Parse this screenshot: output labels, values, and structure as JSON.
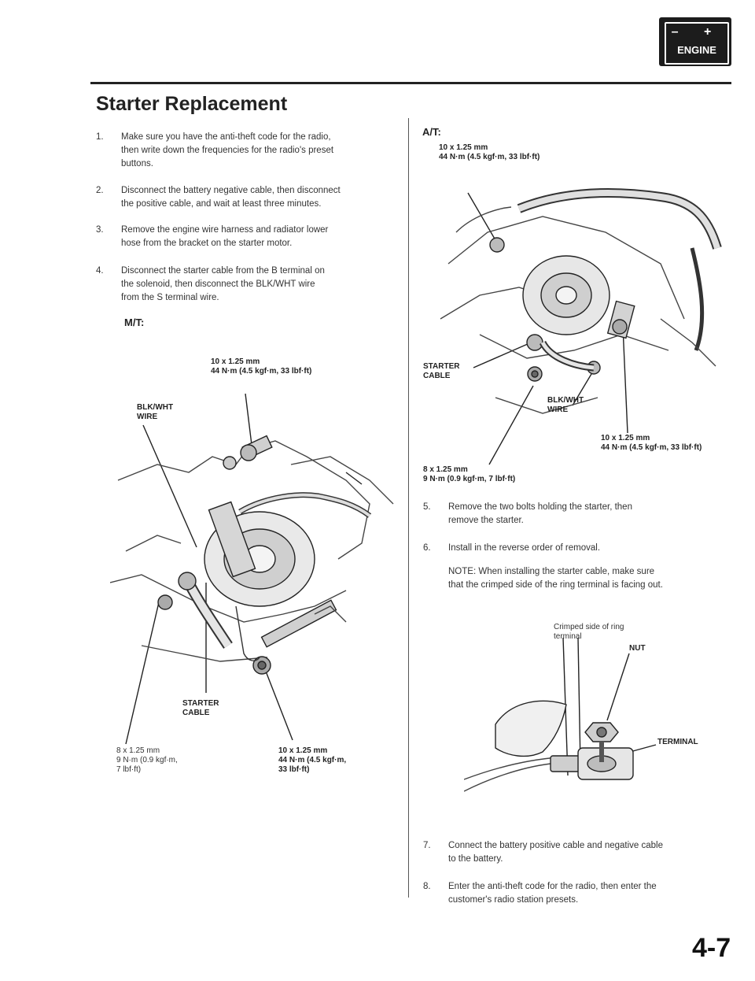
{
  "header": {
    "badge_symbols": "– +",
    "badge_label": "ENGINE",
    "page_title": "Starter Replacement"
  },
  "left_steps": [
    {
      "num": "1.",
      "lines": [
        "Make sure you have the anti-theft code for the radio,",
        "then write down the frequencies for the radio's preset",
        "buttons."
      ]
    },
    {
      "num": "2.",
      "lines": [
        "Disconnect the battery negative cable, then disconnect",
        "the positive cable, and wait at least three minutes."
      ]
    },
    {
      "num": "3.",
      "lines": [
        "Remove the engine wire harness and radiator lower",
        "hose from the bracket on the starter motor."
      ]
    },
    {
      "num": "4.",
      "lines": [
        "Disconnect the starter cable from the B terminal on",
        "the solenoid, then disconnect the BLK/WHT wire",
        "from the S terminal wire."
      ]
    }
  ],
  "mt_figure": {
    "heading": "M/T:",
    "top_bolt": [
      "10 x 1.25 mm",
      "44 N·m (4.5 kgf·m, 33 lbf·ft)"
    ],
    "wire": [
      "BLK/WHT",
      "WIRE"
    ],
    "cable": [
      "STARTER",
      "CABLE"
    ],
    "nut_small": [
      "8 x 1.25 mm",
      "9 N·m (0.9 kgf·m,",
      "7 lbf·ft)"
    ],
    "bolt_lower": [
      "10 x 1.25 mm",
      "44 N·m (4.5 kgf·m,",
      "33 lbf·ft)"
    ]
  },
  "at_figure": {
    "heading": "A/T:",
    "top_bolt": [
      "10 x 1.25 mm",
      "44 N·m (4.5 kgf·m, 33 lbf·ft)"
    ],
    "cable": [
      "STARTER",
      "CABLE"
    ],
    "wire": [
      "BLK/WHT",
      "WIRE"
    ],
    "bolt_right": [
      "10 x 1.25 mm",
      "44 N·m (4.5 kgf·m, 33 lbf·ft)"
    ],
    "nut_small": [
      "8 x 1.25 mm",
      "9 N·m (0.9 kgf·m, 7 lbf·ft)"
    ]
  },
  "right_steps": [
    {
      "num": "5.",
      "lines": [
        "Remove the two bolts holding the starter, then",
        "remove the starter."
      ]
    },
    {
      "num": "6.",
      "lines": [
        "Install in the reverse order of removal."
      ]
    }
  ],
  "note": {
    "lines": [
      "NOTE: When installing the starter cable, make sure",
      "that the crimped side of the ring terminal is facing out."
    ]
  },
  "terminal_figure": {
    "crimped": [
      "Crimped side of ring",
      "terminal"
    ],
    "nut": "NUT",
    "terminal": "TERMINAL"
  },
  "right_steps_end": [
    {
      "num": "7.",
      "lines": [
        "Connect the battery positive cable and negative cable",
        "to the battery."
      ]
    },
    {
      "num": "8.",
      "lines": [
        "Enter the anti-theft code for the radio, then enter the",
        "customer's radio station presets."
      ]
    }
  ],
  "page_number": "4-7"
}
